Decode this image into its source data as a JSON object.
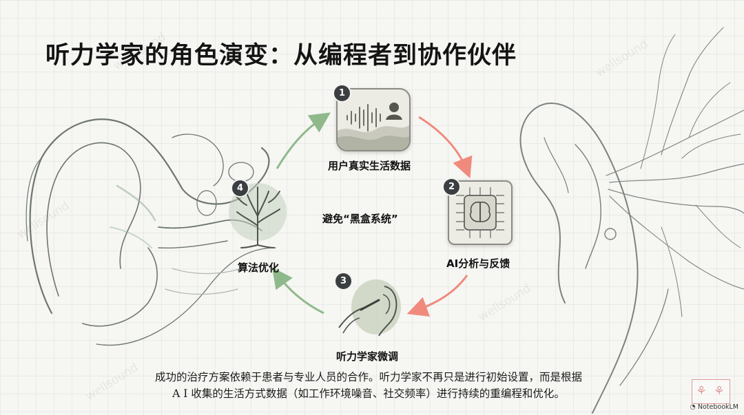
{
  "title": "听力学家的角色演变：从编程者到协作伙伴",
  "nodes": [
    {
      "number": "1",
      "label": "用户真实生活数据",
      "icon": "waveform-user-icon"
    },
    {
      "number": "2",
      "label": "AI分析与反馈",
      "icon": "ai-chip-brain-icon"
    },
    {
      "number": "3",
      "label": "听力学家微调",
      "icon": "ear-adjust-icon"
    },
    {
      "number": "4",
      "label": "算法优化",
      "icon": "tree-icon"
    }
  ],
  "center_label": "避免“黑盒系统”",
  "caption": {
    "line1": "成功的治疗方案依赖于患者与专业人员的合作。听力学家不再只是进行初始设置，而是根据",
    "line2": "A I 收集的生活方式数据（如工作环境噪音、社交频率）进行持续的重编程和优化。"
  },
  "watermark": "wellsound",
  "brand": "NotebookLM",
  "colors": {
    "arrow_green": "#8fb98a",
    "arrow_red": "#ef8a7c",
    "badge": "#3b3f42"
  }
}
